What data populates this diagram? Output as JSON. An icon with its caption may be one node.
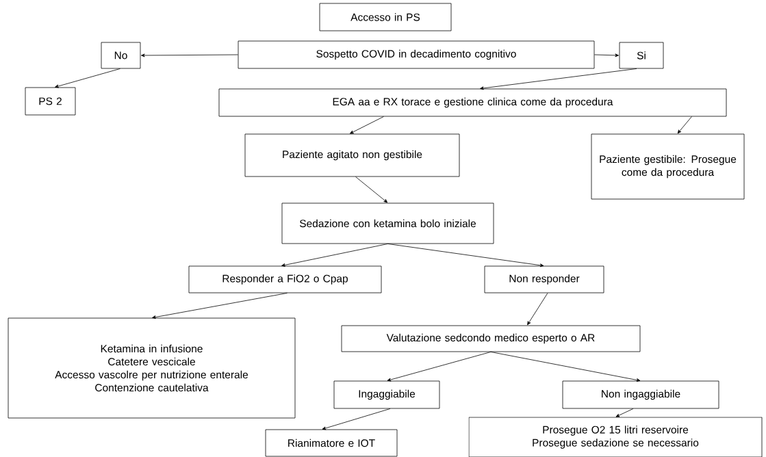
{
  "diagram": {
    "nodes": [
      {
        "text": [
          "Accesso in PS"
        ]
      },
      {
        "text": [
          "Sospetto COVID in decadimento cognitivo"
        ]
      },
      {
        "text": [
          "No"
        ]
      },
      {
        "text": [
          "Si"
        ]
      },
      {
        "text": [
          "PS 2"
        ]
      },
      {
        "text": [
          "EGA aa e RX torace e gestione clinica come da procedura"
        ]
      },
      {
        "text": [
          "Paziente agitato non gestibile"
        ]
      },
      {
        "text": [
          "Paziente gestibile: Prosegue come da procedura"
        ]
      },
      {
        "text": [
          "Sedazione con ketamina bolo iniziale"
        ]
      },
      {
        "text": [
          "Responder a FiO2 o Cpap"
        ]
      },
      {
        "text": [
          "Non responder"
        ]
      },
      {
        "text": [
          "Ketamina in infusione",
          "Catetere vescicale",
          "Accesso vascolre per nutrizione enterale",
          "Contenzione cautelativa"
        ]
      },
      {
        "text": [
          "Valutazione sedcondo medico esperto o AR"
        ]
      },
      {
        "text": [
          "Ingaggiabile"
        ]
      },
      {
        "text": [
          "Non ingaggiabile"
        ]
      },
      {
        "text": [
          "Rianimatore e IOT"
        ]
      },
      {
        "text": [
          "Prosegue O2 15 litri reservoire",
          "Prosegue sedazione se necessario"
        ]
      }
    ],
    "edges": [
      {
        "from": 1,
        "to": 2,
        "arrow": "to"
      },
      {
        "from": 1,
        "to": 3,
        "arrow": "to"
      },
      {
        "from": 2,
        "to": 4,
        "arrow": "to"
      },
      {
        "from": 3,
        "to": 5,
        "arrow": "to"
      },
      {
        "from": 5,
        "to": 6,
        "arrow": "to"
      },
      {
        "from": 5,
        "to": 7,
        "arrow": "to"
      },
      {
        "from": 6,
        "to": 8,
        "arrow": "to"
      },
      {
        "from": 8,
        "to": 9,
        "arrow": "to"
      },
      {
        "from": 8,
        "to": 10,
        "arrow": "to"
      },
      {
        "from": 9,
        "to": 11,
        "arrow": "to"
      },
      {
        "from": 10,
        "to": 12,
        "arrow": "to"
      },
      {
        "from": 12,
        "to": 13,
        "arrow": "to"
      },
      {
        "from": 12,
        "to": 14,
        "arrow": "to"
      },
      {
        "from": 13,
        "to": 15,
        "arrow": "to"
      },
      {
        "from": 14,
        "to": 16,
        "arrow": "to"
      }
    ]
  }
}
